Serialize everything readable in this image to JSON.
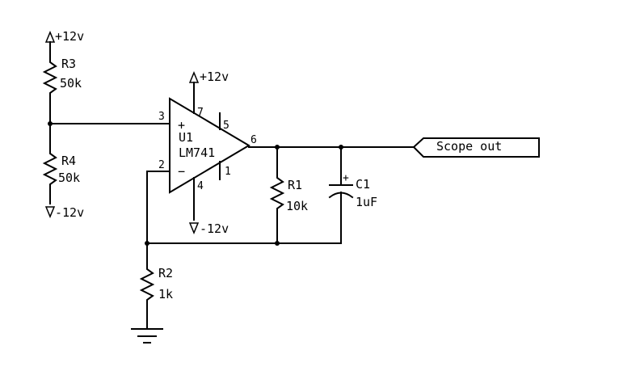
{
  "supply": {
    "r3_top": "+12v",
    "r4_bottom": "-12v",
    "opamp_top": "+12v",
    "opamp_bottom": "-12v"
  },
  "resistors": {
    "r3": {
      "ref": "R3",
      "value": "50k"
    },
    "r4": {
      "ref": "R4",
      "value": "50k"
    },
    "r1": {
      "ref": "R1",
      "value": "10k"
    },
    "r2": {
      "ref": "R2",
      "value": "1k"
    }
  },
  "capacitor": {
    "ref": "C1",
    "value": "1uF",
    "polarity": "+"
  },
  "opamp": {
    "ref": "U1",
    "part": "LM741",
    "plus": "+",
    "minus": "−",
    "pins": {
      "p3": "3",
      "p2": "2",
      "p7": "7",
      "p5": "5",
      "p6": "6",
      "p4": "4",
      "p1": "1"
    }
  },
  "output_port": {
    "label": "Scope out"
  }
}
